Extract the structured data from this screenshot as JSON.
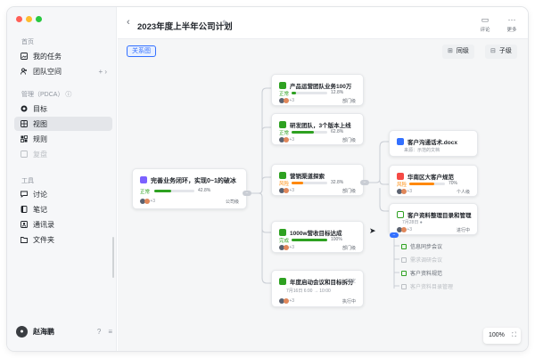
{
  "colors": {
    "accent": "#3370ff",
    "green": "#2ea121",
    "orange": "#ff8800",
    "sidebar_bg": "#f6f7f9",
    "canvas_bg": "#f5f6f7"
  },
  "sidebar": {
    "sec_home": "首页",
    "my_tasks": "我的任务",
    "team_space": "团队空间",
    "sec_manage": "管理（PDCA）",
    "goals": "目标",
    "view": "视图",
    "rules": "规则",
    "review": "复盘",
    "sec_tools": "工具",
    "discuss": "讨论",
    "notes": "笔记",
    "contacts": "通讯录",
    "folders": "文件夹",
    "user_name": "赵海鹏"
  },
  "header": {
    "title": "2023年度上半年公司计划",
    "comment": "评论",
    "more": "更多"
  },
  "toolbar": {
    "chip": "关系图",
    "same_level": "同级",
    "child_level": "子级"
  },
  "root": {
    "title": "完善业务闭环，实现0~1的破冰",
    "status": "正常",
    "progress": "42.8%",
    "progress_value": 0.428,
    "members": "+3",
    "tag": "公司级"
  },
  "mid": [
    {
      "title": "产品运营团队业务100万",
      "status": "正常",
      "progress": "12.8%",
      "progress_value": 0.128,
      "members": "+3",
      "tag": "部门级",
      "status_color": "#2ea121"
    },
    {
      "title": "研发团队，3个版本上线",
      "status": "正常",
      "progress": "62.8%",
      "progress_value": 0.628,
      "members": "+3",
      "tag": "部门级",
      "status_color": "#2ea121"
    },
    {
      "title": "营销渠道探索",
      "status": "风险",
      "progress": "32.8%",
      "progress_value": 0.328,
      "members": "+3",
      "tag": "部门级",
      "status_color": "#ff8800"
    },
    {
      "title": "1000w营收目标达成",
      "status": "完成",
      "progress": "100%",
      "progress_value": 1.0,
      "members": "+3",
      "tag": "部门级",
      "status_color": "#2ea121"
    },
    {
      "title": "年度启动会议和目标拆分",
      "status_right": "待定",
      "date": "7月16日 6:00 → 10:00",
      "members": "+3",
      "tag": "执行中"
    }
  ],
  "right": [
    {
      "title": "客户沟通话术.docx",
      "sub": "来源：示范的文档"
    },
    {
      "title": "华南区大客户规范",
      "status": "风险",
      "progress": "70%",
      "progress_value": 0.7,
      "members": "+3",
      "tag": "个人级"
    },
    {
      "title": "客户资料整理目录和管理",
      "date": "7月28日 ●",
      "members": "+3",
      "tag": "进行中"
    }
  ],
  "checklist": [
    {
      "label": "信息同步会议",
      "done": true
    },
    {
      "label": "需求调研会议",
      "done": true
    },
    {
      "label": "客户资料规范",
      "done": false
    },
    {
      "label": "客户资料目录管理",
      "done": true
    }
  ],
  "zoom": "100%"
}
